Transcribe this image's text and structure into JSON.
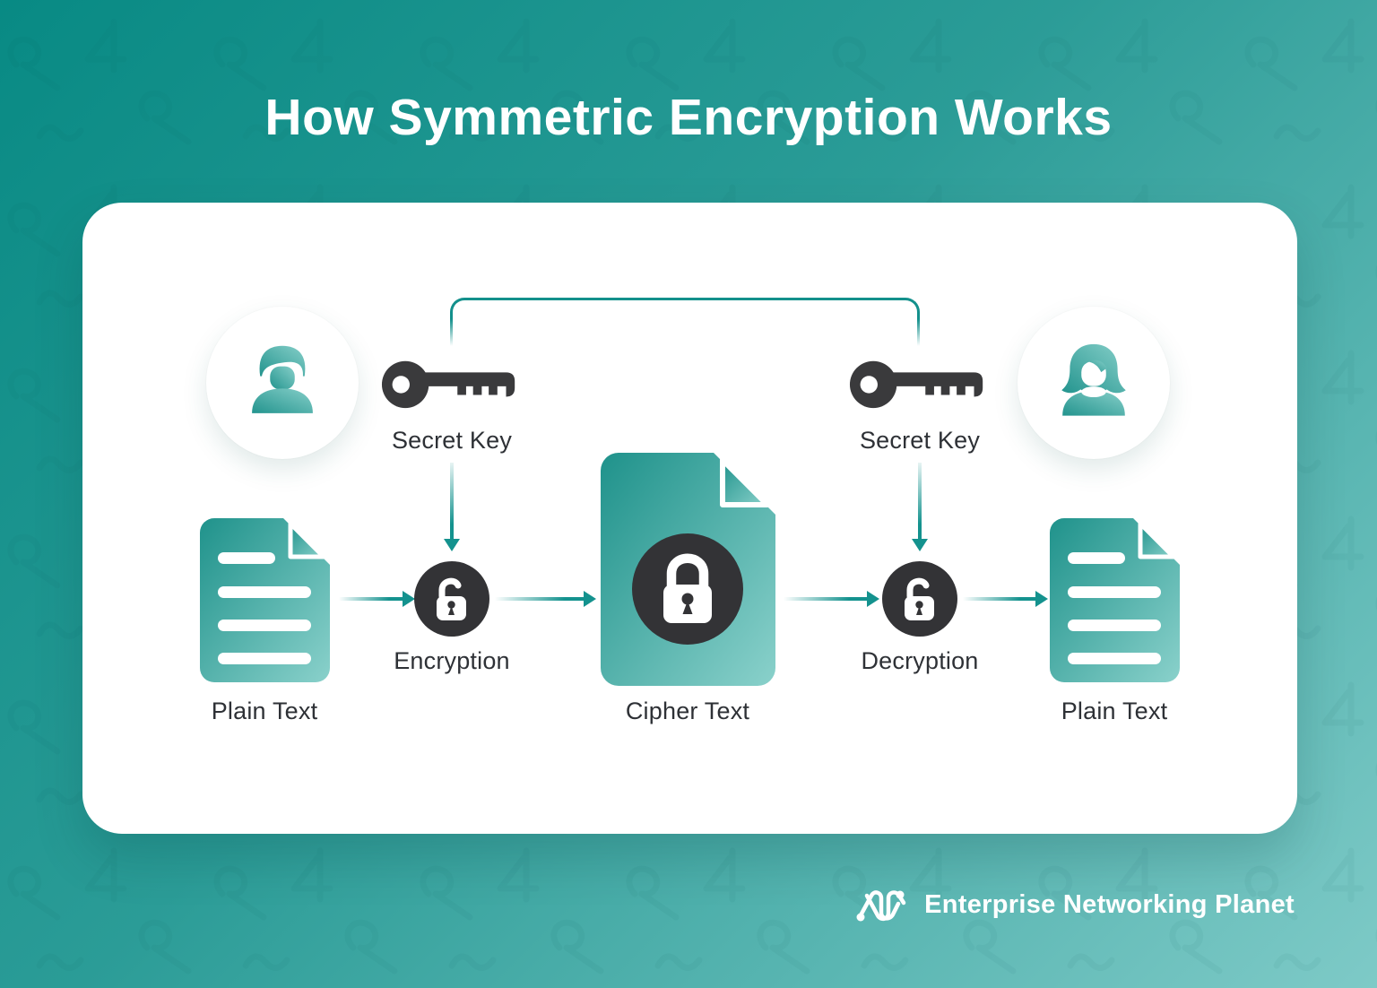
{
  "title": "How Symmetric Encryption Works",
  "colors": {
    "background_gradient_start": "#088a84",
    "background_gradient_end": "#7ecac7",
    "card": "#ffffff",
    "accent_teal": "#14928e",
    "icon_gradient_dark": "#1f928b",
    "icon_gradient_light": "#8ad1cb",
    "dark_icon": "#333336",
    "label_text": "#2e3136",
    "title_text": "#ffffff"
  },
  "flow": {
    "sender": {
      "icon": "man-user-icon"
    },
    "receiver": {
      "icon": "woman-user-icon"
    },
    "secret_key_left": {
      "label": "Secret Key",
      "icon": "key-icon"
    },
    "secret_key_right": {
      "label": "Secret Key",
      "icon": "key-icon"
    },
    "plain_text_left": {
      "label": "Plain Text",
      "icon": "text-document-icon"
    },
    "encryption": {
      "label": "Encryption",
      "icon": "open-padlock-icon"
    },
    "cipher_text": {
      "label": "Cipher Text",
      "icon": "locked-document-icon"
    },
    "decryption": {
      "label": "Decryption",
      "icon": "open-padlock-icon"
    },
    "plain_text_right": {
      "label": "Plain Text",
      "icon": "text-document-icon"
    }
  },
  "footer": {
    "brand": "Enterprise Networking Planet",
    "icon": "enterprise-networking-planet-logo-icon"
  }
}
